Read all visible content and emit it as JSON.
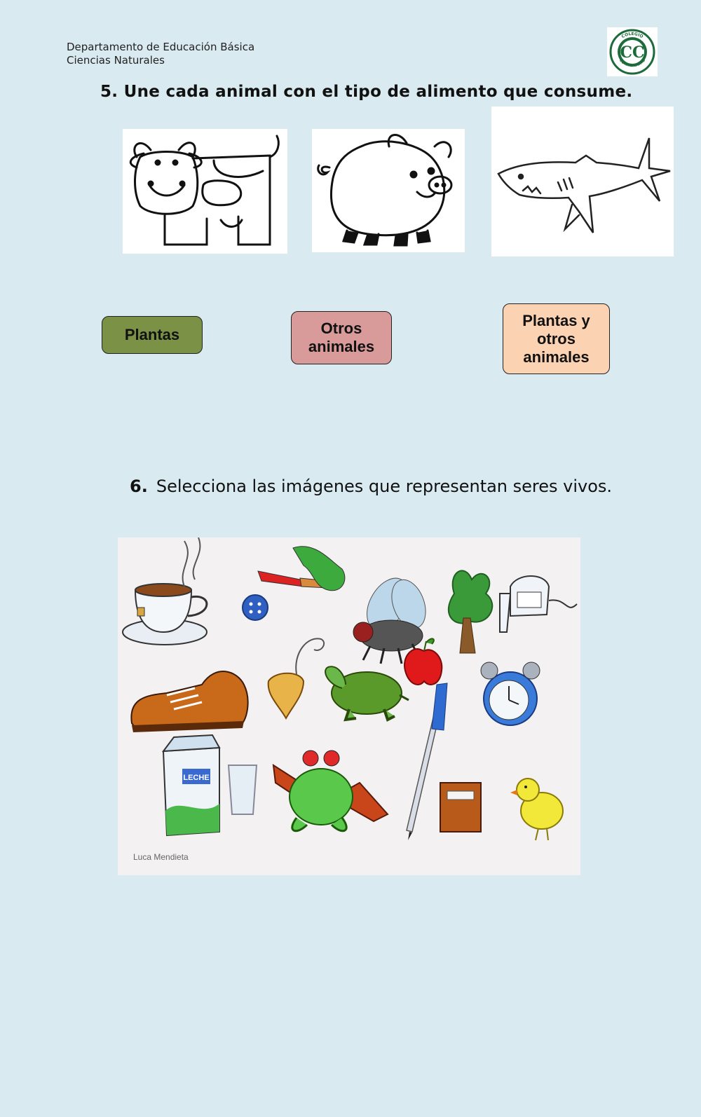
{
  "header": {
    "line1": "Departamento de Educación Básica",
    "line2": "Ciencias Naturales",
    "logo_text_top": "COLEGIO",
    "logo_text_bottom": "CENTENARIO",
    "logo_monogram": "CC"
  },
  "q5": {
    "number": "5.",
    "text": "Une cada animal con el tipo de alimento que consume.",
    "animals": [
      "cow-icon",
      "pig-icon",
      "shark-icon"
    ],
    "options": {
      "plantas": "Plantas",
      "otros_line1": "Otros",
      "otros_line2": "animales",
      "mixto_line1": "Plantas y",
      "mixto_line2": "otros",
      "mixto_line3": "animales"
    },
    "colors": {
      "plantas": "#7a9146",
      "otros": "#d99a9a",
      "mixto": "#fbd3b3"
    }
  },
  "q6": {
    "number": "6.",
    "text": "Selecciona las imágenes que representan seres vivos.",
    "illustration_credit": "Luca Mendieta",
    "items": [
      "teacup-icon",
      "paintbrush-icon",
      "button-icon",
      "fly-icon",
      "tree-icon",
      "telephone-icon",
      "shoe-icon",
      "spinning-top-icon",
      "turtle-icon",
      "apple-icon",
      "pen-icon",
      "alarm-clock-icon",
      "milk-carton-icon",
      "glass-icon",
      "frog-icon",
      "book-icon",
      "chick-icon"
    ],
    "milk_label": "LECHE"
  }
}
